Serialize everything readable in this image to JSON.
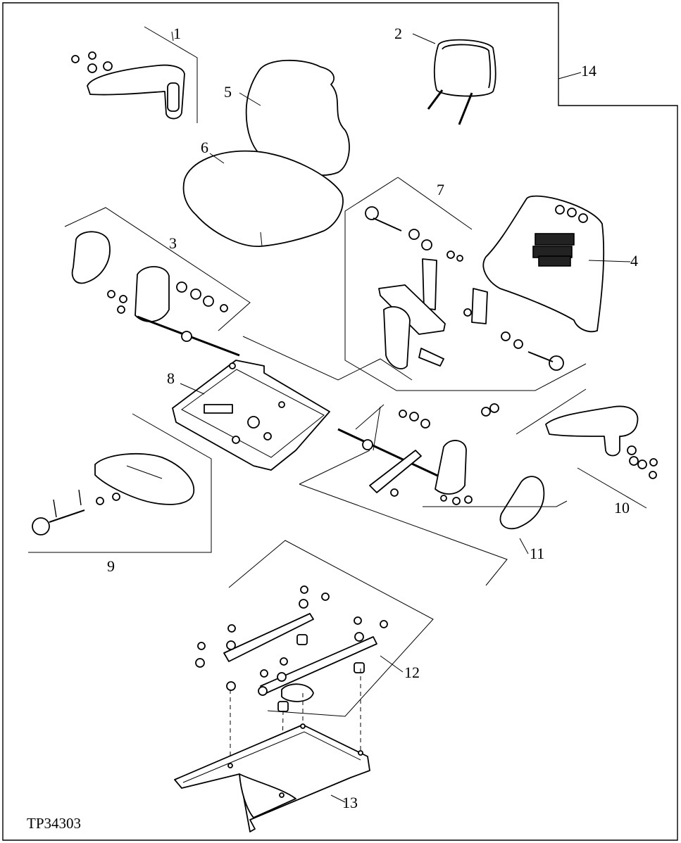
{
  "figure_id": "TP34303",
  "callouts": [
    "1",
    "2",
    "3",
    "4",
    "5",
    "6",
    "7",
    "8",
    "9",
    "10",
    "11",
    "12",
    "13",
    "14"
  ],
  "icons": [
    "armrest-left",
    "headrest",
    "seat-back-cushion",
    "seat-cushion",
    "back-frame",
    "seat-pan",
    "lumbar-support",
    "armrest-right",
    "slide-rail-assembly",
    "mounting-plate"
  ]
}
